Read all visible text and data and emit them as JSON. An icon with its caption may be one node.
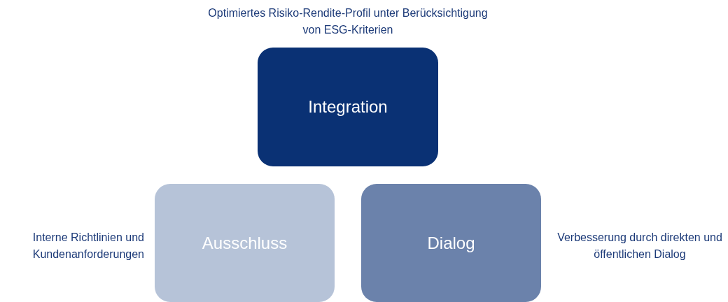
{
  "diagram": {
    "nodes": [
      {
        "text": [
          "Integration"
        ],
        "beside": [
          "Optimiertes Risiko-Rendite-Profil unter Berücksichtigung von ESG-Kriterien"
        ]
      },
      {
        "text": [
          "Ausschluss"
        ],
        "beside": [
          "Interne Richtlinien und Kundenanforderungen"
        ]
      },
      {
        "text": [
          "Dialog"
        ],
        "beside": [
          "Verbesserung durch direkten und öffentlichen Dialog"
        ]
      }
    ],
    "edges": []
  }
}
